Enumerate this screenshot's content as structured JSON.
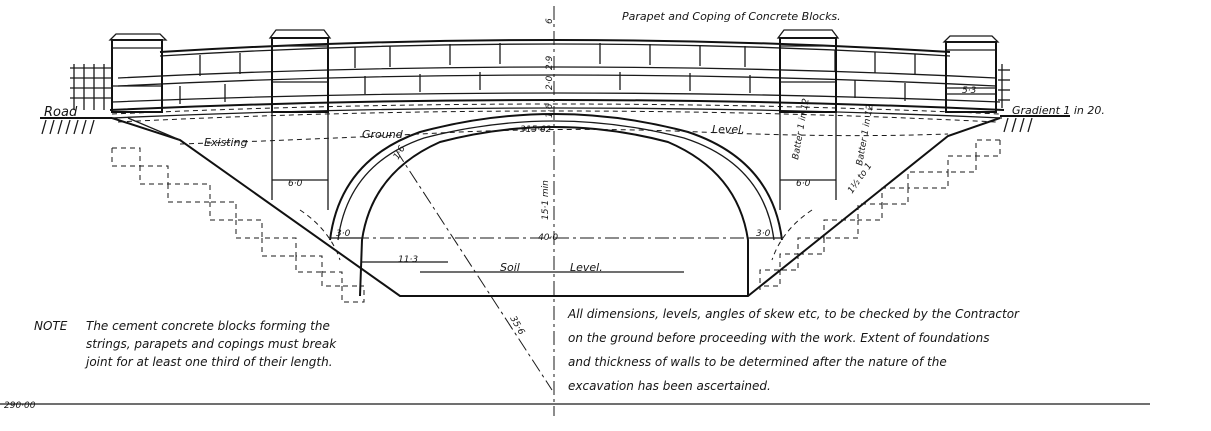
{
  "drawing": {
    "title": "Parapet and Coping of Concrete Blocks.",
    "labels": {
      "road": "Road",
      "gradient": "Gradient 1 in 20.",
      "existing": "Existing",
      "ground": "Ground",
      "level": "Level.",
      "batter_1": "Batter 1 in 12",
      "batter_2": "Batter 1 in 12",
      "slope": "1½ to 1",
      "soil": "Soil",
      "soil_level": "Level.",
      "page_number": "290·00"
    },
    "dimensions": {
      "parapet_end": "5·3",
      "pier_width_left": "6·0",
      "pier_width_right": "6·0",
      "offset_left": "3·0",
      "offset_right": "3·0",
      "span": "40·0",
      "half_span": "11·3",
      "rise": "15·1 min",
      "skew_line": "35·6",
      "footing": "1·6",
      "crown_1": "2·9",
      "crown_2": "2·0",
      "crown_3": "6",
      "crown_level": "315·62",
      "arch_thickness": "1·6"
    },
    "notes": {
      "left_heading": "NOTE",
      "left_lines": [
        "The cement concrete blocks forming the",
        "strings, parapets and copings must break",
        "joint for at least one third of their length."
      ],
      "right_lines": [
        "All dimensions, levels, angles of skew etc, to be checked by the Contractor",
        "on the ground before proceeding with the work. Extent of foundations",
        "and thickness of walls to be determined after the nature of the",
        "excavation  has been ascertained."
      ]
    }
  }
}
